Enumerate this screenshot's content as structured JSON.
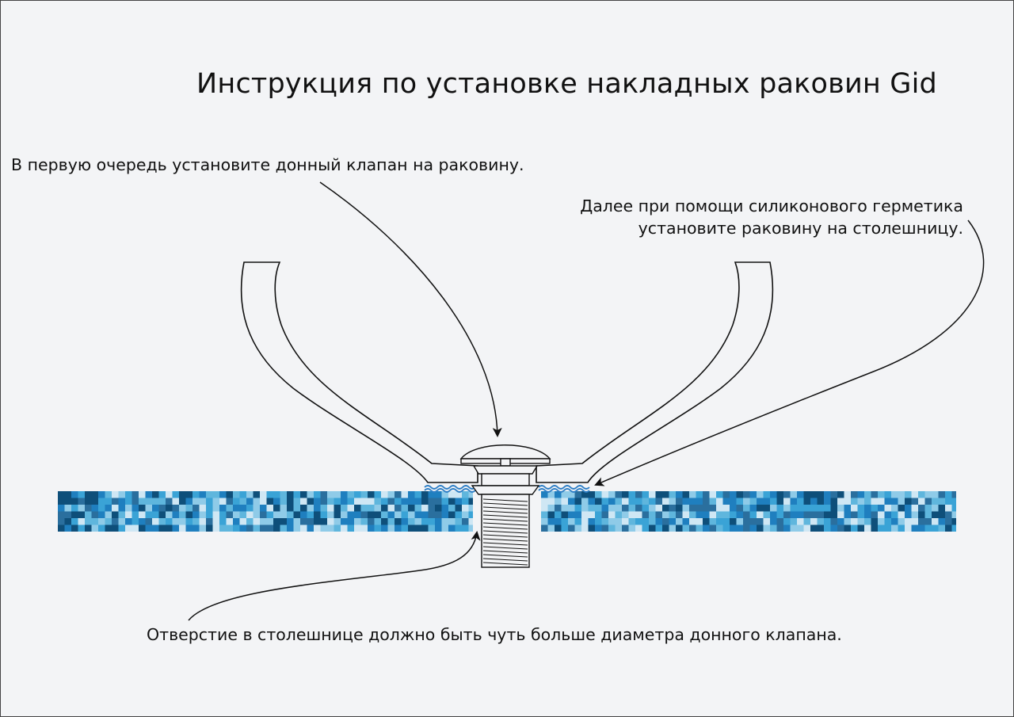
{
  "title": "Инструкция по установке накладных раковин Gid",
  "notes": {
    "valve_first": "В первую очередь установите донный клапан на раковину.",
    "sealant": {
      "line1": "Далее при помощи силиконового герметика",
      "line2": "установите раковину на столешницу."
    },
    "hole": "Отверстие в столешнице должно быть чуть больше диаметра донного клапана."
  },
  "colors": {
    "background": "#f3f4f6",
    "line": "#111111",
    "tile_palette": [
      "#1f7fbf",
      "#3aa3d6",
      "#8fcbe8",
      "#0e4f7a",
      "#cfe7f4",
      "#2a6f9e",
      "#5fb6dd"
    ],
    "sealant": "#2f7fc6"
  },
  "icons": [
    "arrow-icon"
  ]
}
